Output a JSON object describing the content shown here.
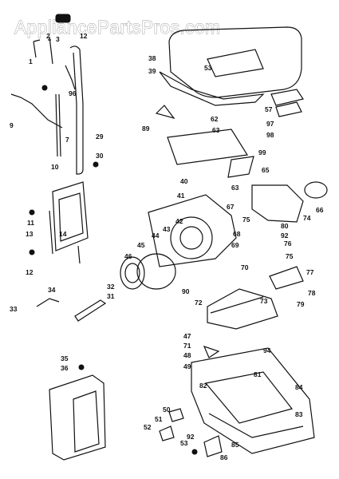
{
  "watermark": "AppliancePartsPros.com",
  "callouts": [
    "1",
    "2",
    "3",
    "12",
    "96",
    "9",
    "7",
    "29",
    "30",
    "10",
    "11",
    "13",
    "14",
    "12",
    "34",
    "33",
    "38",
    "39",
    "53",
    "57",
    "97",
    "98",
    "89",
    "62",
    "63",
    "99",
    "65",
    "40",
    "41",
    "42",
    "43",
    "44",
    "45",
    "46",
    "63",
    "67",
    "66",
    "74",
    "75",
    "80",
    "92",
    "68",
    "69",
    "76",
    "75",
    "70",
    "77",
    "78",
    "79",
    "73",
    "72",
    "32",
    "31",
    "90",
    "47",
    "71",
    "48",
    "49",
    "94",
    "81",
    "82",
    "84",
    "83",
    "35",
    "36",
    "50",
    "51",
    "52",
    "92",
    "53",
    "85",
    "86"
  ]
}
